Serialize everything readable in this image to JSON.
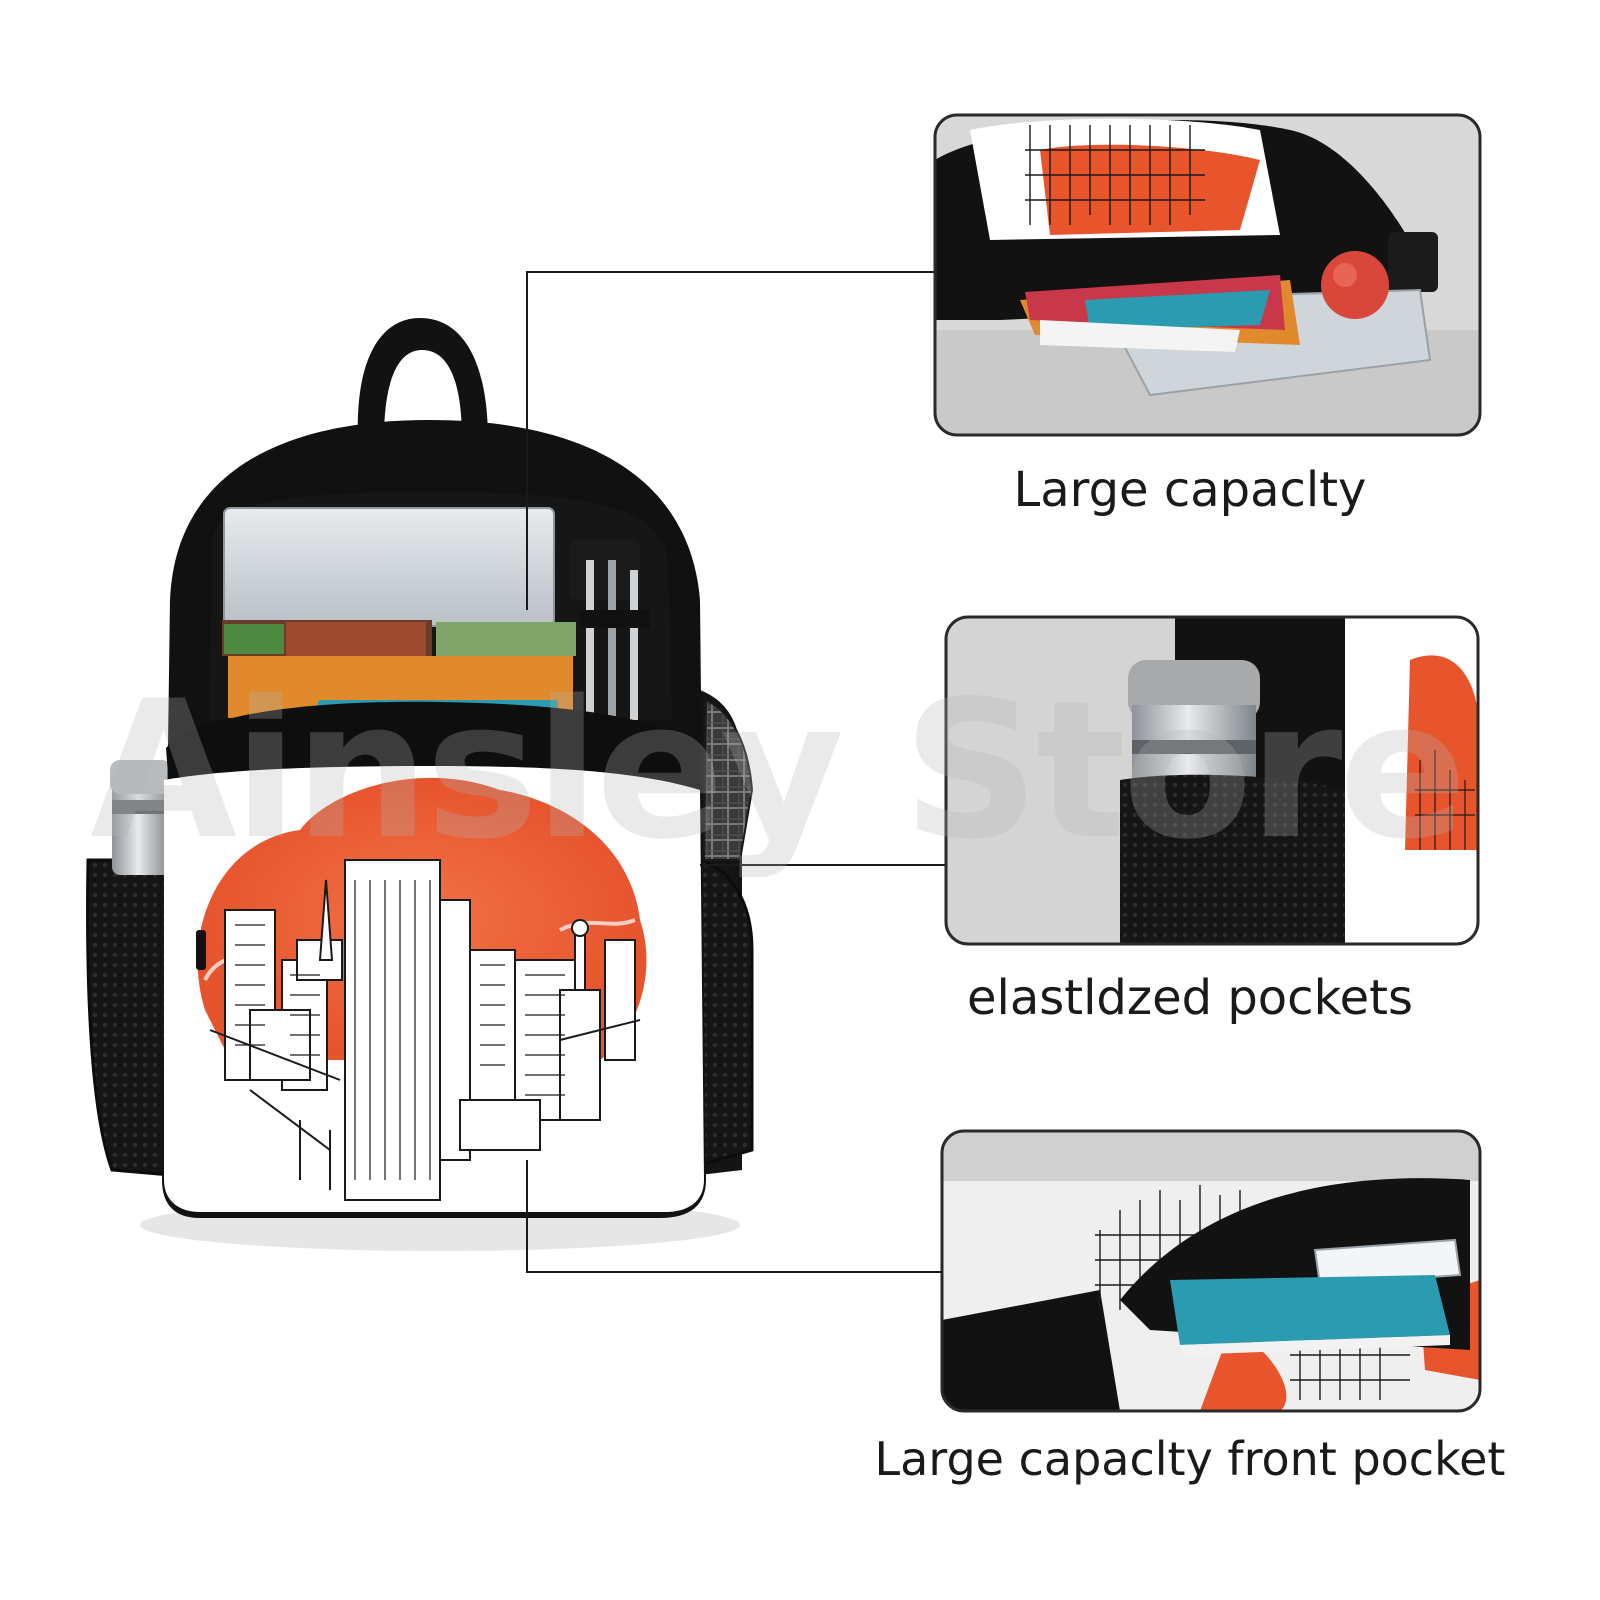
{
  "watermark": "Ainsley Store",
  "captions": [
    "Large capaclty",
    "elastldzed pockets",
    "Large capaclty front pocket"
  ],
  "colors": {
    "background": "#ffffff",
    "backpack_body": "#111111",
    "print_orange": "#e8542c",
    "laptop_silver": "#d9dde0",
    "notebook_teal": "#2a9bb1",
    "line": "#1a1a1a"
  }
}
